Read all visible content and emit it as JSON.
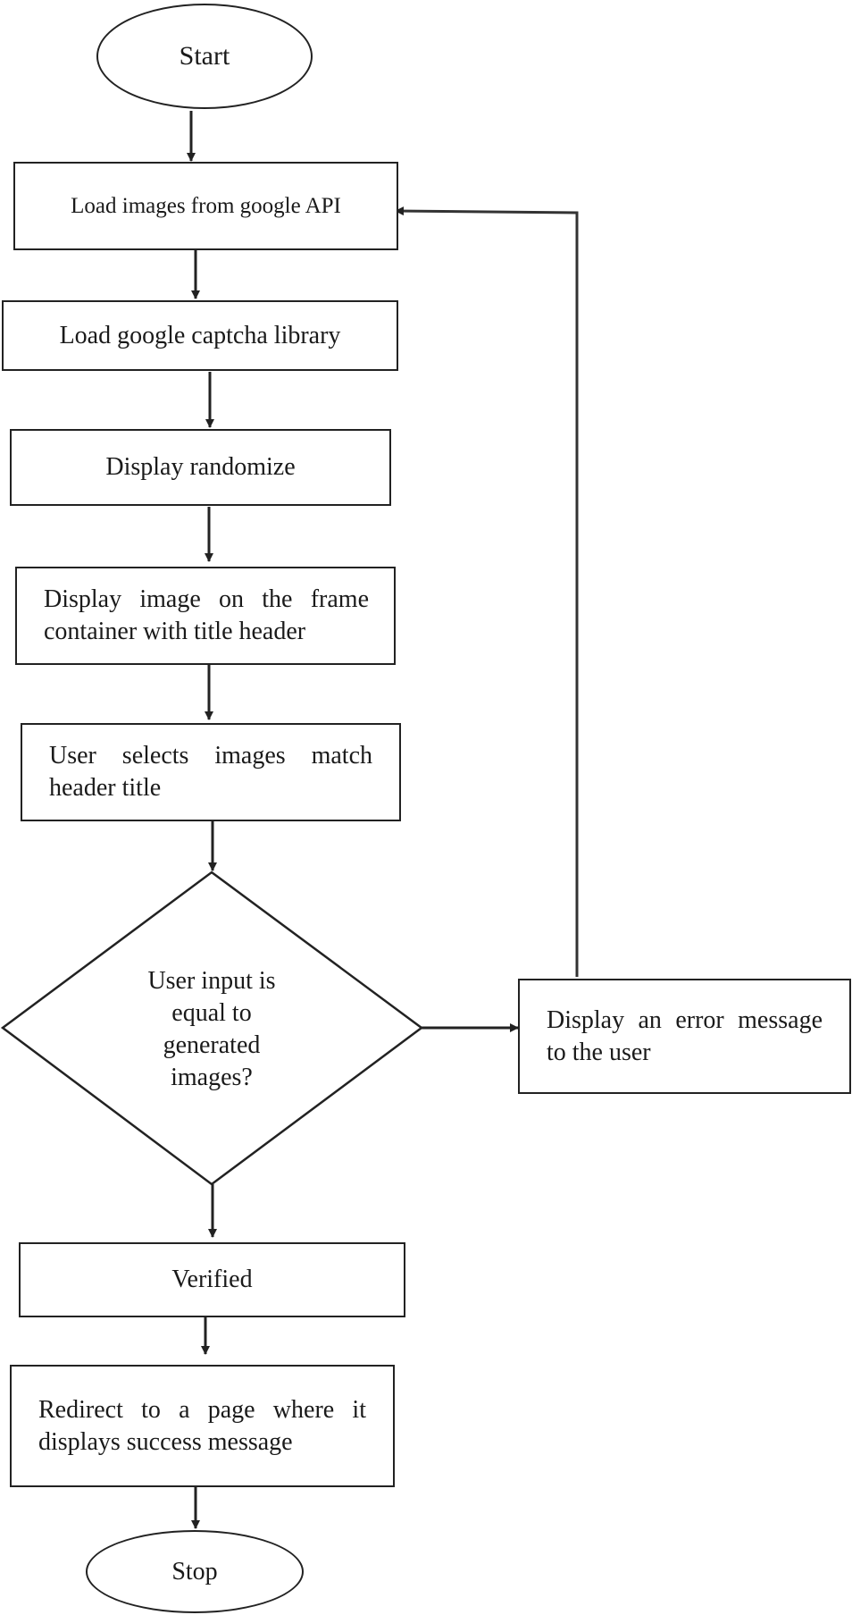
{
  "flowchart": {
    "start": "Start",
    "load_images": "Load images from google API",
    "load_library": "Load google captcha library",
    "display_randomize": "Display randomize",
    "display_image": "Display image on the frame container with title header",
    "user_selects": "User selects images match header title",
    "decision": "User input is equal to generated images?",
    "error": "Display an error message to the user",
    "verified": "Verified",
    "redirect": "Redirect to a page where it displays success message",
    "stop": "Stop"
  }
}
